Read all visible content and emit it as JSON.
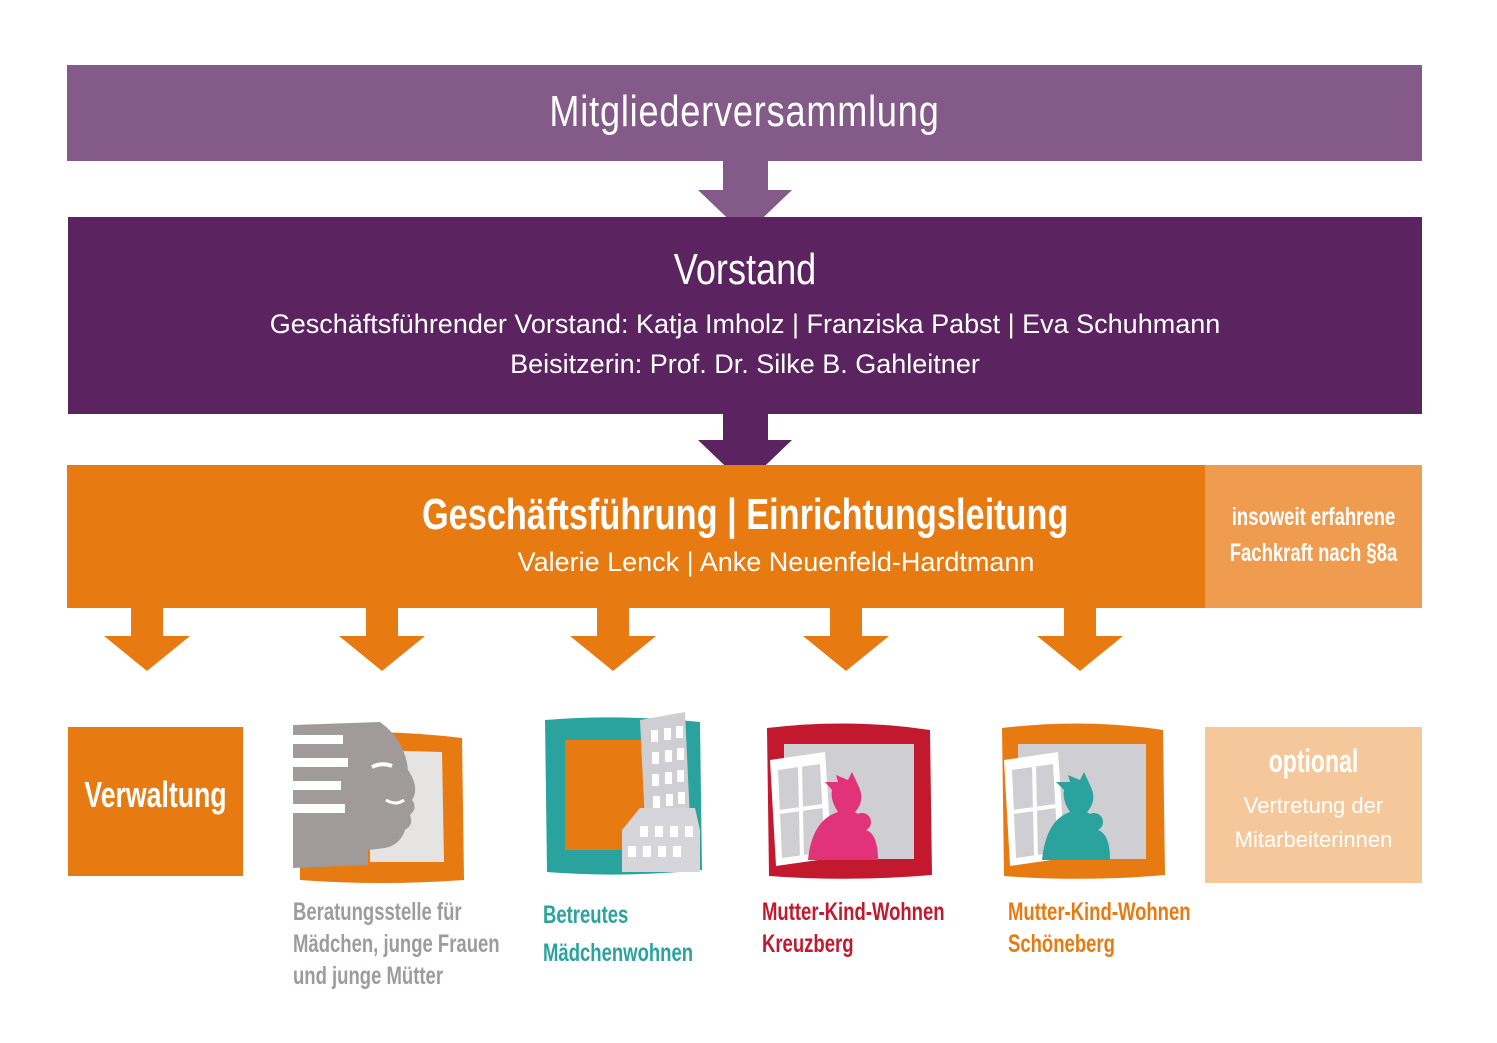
{
  "colors": {
    "mitglieder": "#845a88",
    "vorstand": "#5b2461",
    "orange": "#e77b12",
    "light_orange": "#f09c50",
    "pale_orange": "#f5c89b",
    "gray": "#a09a9a",
    "teal": "#2aa39f",
    "red": "#c2192e",
    "pink": "#e1327a"
  },
  "mitgliederversammlung": {
    "title": "Mitgliederversammlung"
  },
  "vorstand": {
    "title": "Vorstand",
    "line1": "Geschäftsführender Vorstand: Katja Imholz | Franziska Pabst | Eva Schuhmann",
    "line2": "Beisitzerin: Prof. Dr. Silke B. Gahleitner"
  },
  "geschaeftsfuehrung": {
    "title": "Geschäftsführung | Einrichtungsleitung",
    "names": "Valerie Lenck | Anke Neuenfeld-Hardtmann"
  },
  "fachkraft": {
    "line1": "insoweit erfahrene",
    "line2": "Fachkraft nach §8a"
  },
  "verwaltung": {
    "label": "Verwaltung"
  },
  "optional": {
    "title": "optional",
    "line1": "Vertretung der",
    "line2": "Mitarbeiterinnen"
  },
  "units": [
    {
      "lines": [
        "Beratungsstelle für",
        "Mädchen, junge Frauen",
        "und junge Mütter"
      ],
      "icon": "profile-face-icon"
    },
    {
      "lines": [
        "Betreutes",
        "Mädchenwohnen"
      ],
      "icon": "buildings-icon"
    },
    {
      "lines": [
        "Mutter-Kind-Wohnen",
        "Kreuzberg"
      ],
      "icon": "mother-child-window-icon"
    },
    {
      "lines": [
        "Mutter-Kind-Wohnen",
        "Schöneberg"
      ],
      "icon": "mother-child-window-icon"
    }
  ]
}
